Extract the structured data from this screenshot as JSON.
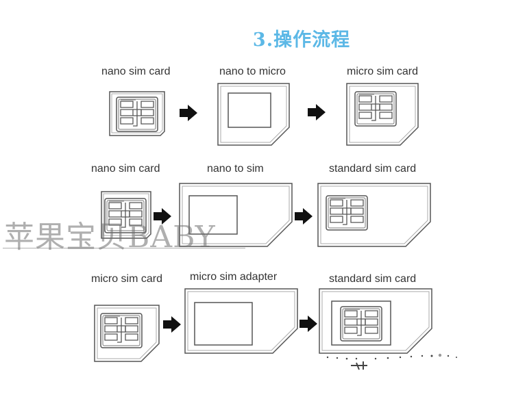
{
  "title": "3.操作流程",
  "watermark": "苹果宝贝BABY",
  "rows": [
    {
      "labels": [
        "nano sim card",
        "nano to micro",
        "micro sim card"
      ]
    },
    {
      "labels": [
        "nano sim card",
        "nano to sim",
        "standard sim card"
      ]
    },
    {
      "labels": [
        "micro sim card",
        "micro sim adapter",
        "standard sim card"
      ]
    }
  ],
  "colors": {
    "title": "#5cb8e6",
    "outline": "#555555",
    "arrow": "#111111"
  }
}
